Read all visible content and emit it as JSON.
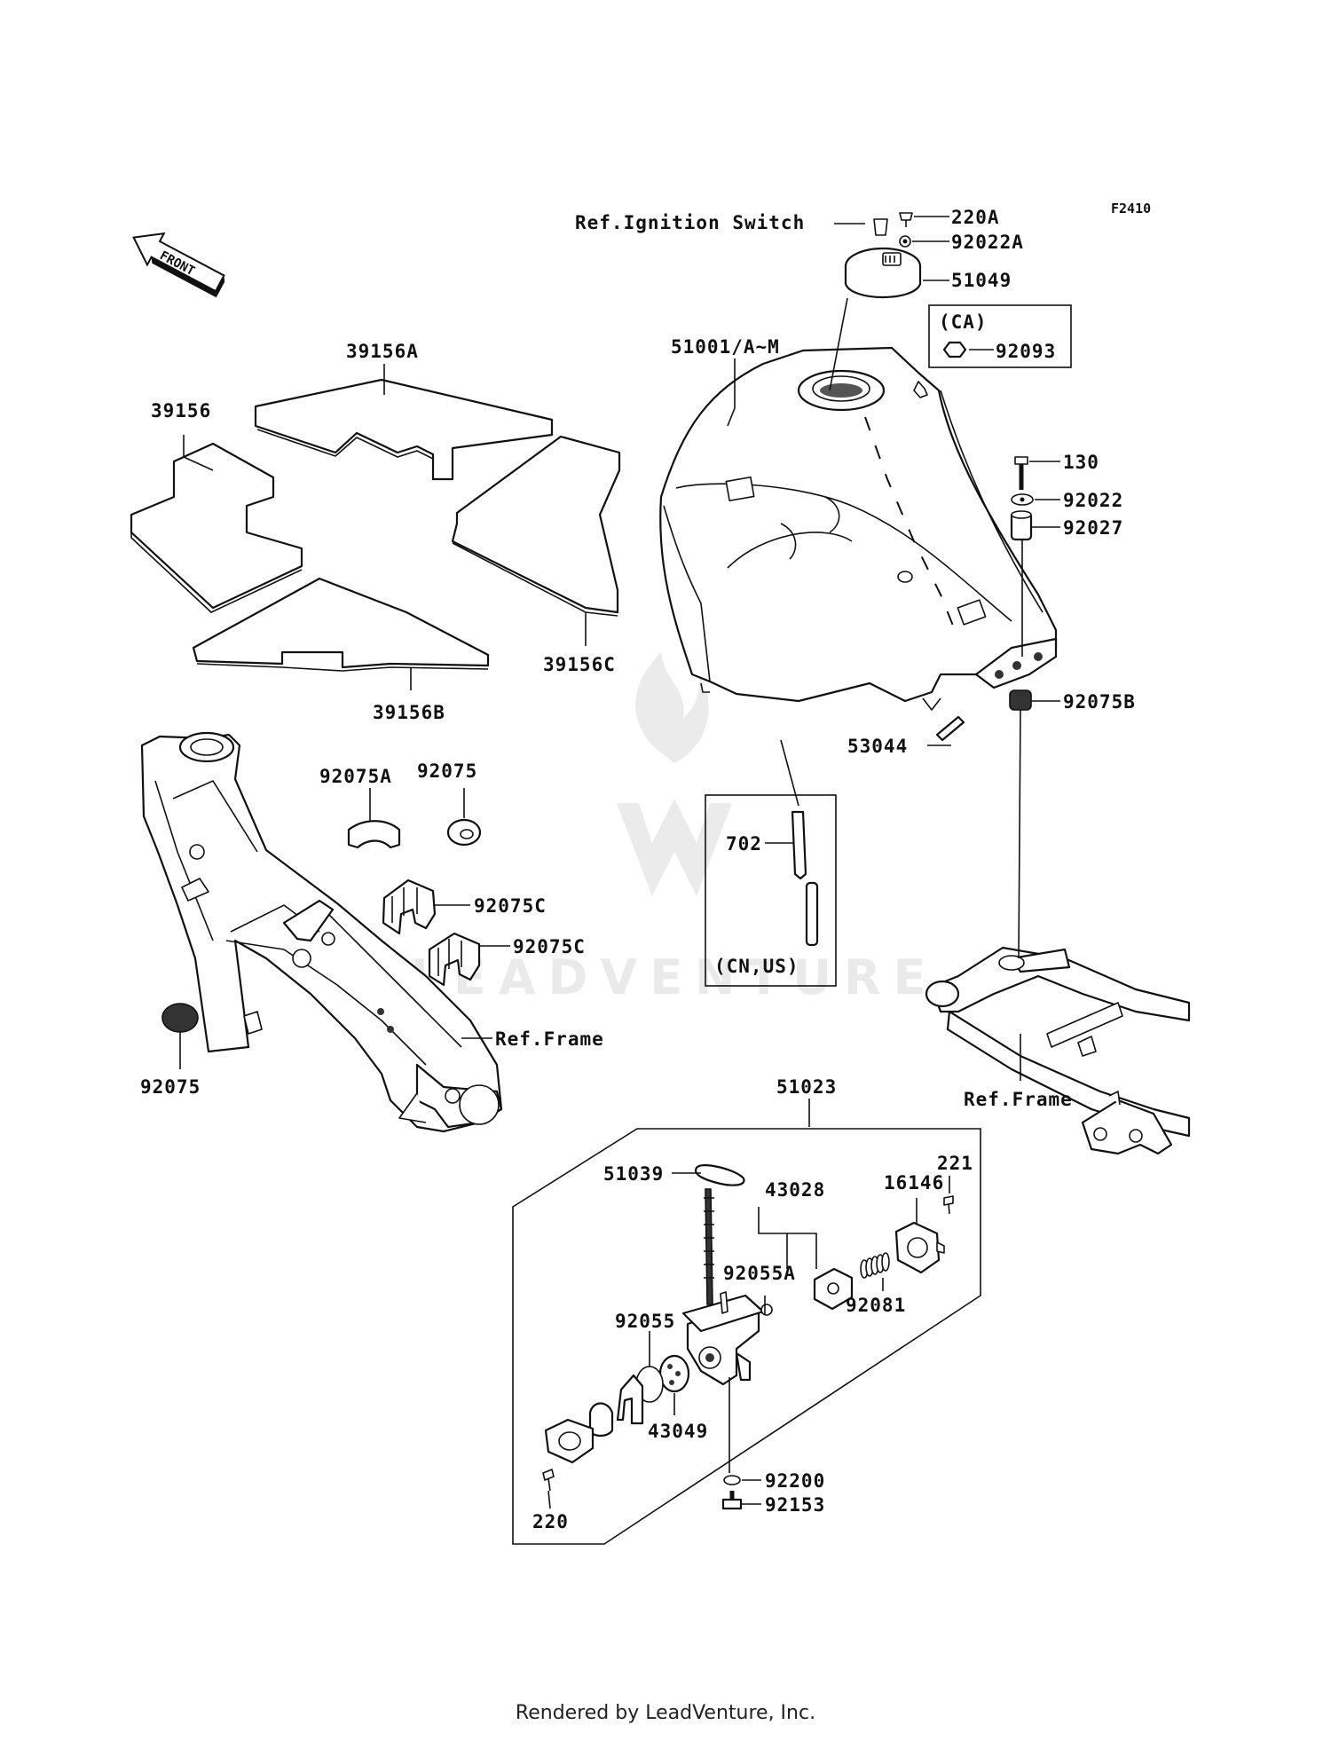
{
  "figure_code": "F2410",
  "front_label": "FRONT",
  "labels": {
    "ref_ignition_switch": "Ref.Ignition Switch",
    "p220A": "220A",
    "p92022A": "92022A",
    "p51049": "51049",
    "ca_box": "(CA)",
    "p92093": "92093",
    "p51001": "51001/A~M",
    "p130": "130",
    "p92022": "92022",
    "p92027": "92027",
    "p92075B": "92075B",
    "p53044": "53044",
    "p702": "702",
    "cn_us_box": "(CN,US)",
    "p39156A": "39156A",
    "p39156": "39156",
    "p39156C": "39156C",
    "p39156B": "39156B",
    "p92075A": "92075A",
    "p92075_top": "92075",
    "p92075C_1": "92075C",
    "p92075C_2": "92075C",
    "ref_frame_left": "Ref.Frame",
    "p92075_bottom": "92075",
    "ref_frame_right": "Ref.Frame",
    "p51023": "51023",
    "p51039": "51039",
    "p43028": "43028",
    "p16146": "16146",
    "p221": "221",
    "p92055A": "92055A",
    "p92081": "92081",
    "p92055": "92055",
    "p43049": "43049",
    "p92200": "92200",
    "p92153": "92153",
    "p220": "220"
  },
  "watermark": "LEADVENTURE",
  "footer_text": "Rendered by LeadVenture, Inc."
}
